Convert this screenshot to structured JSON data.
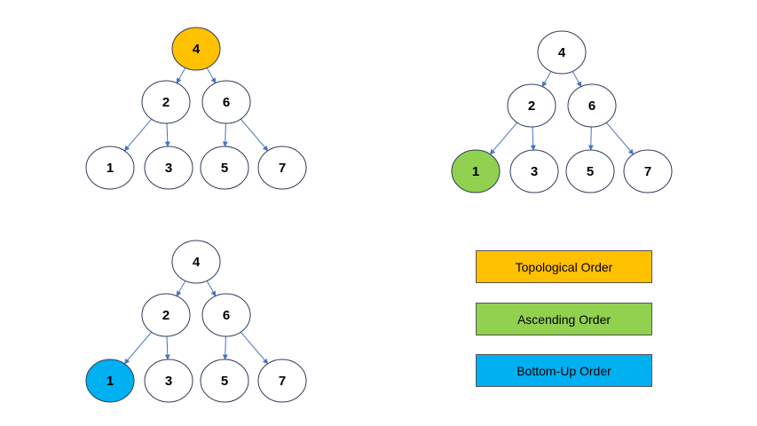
{
  "colors": {
    "topological": "#FFC000",
    "ascending": "#92D050",
    "bottom_up": "#00B0F0",
    "edge": "#4472C4",
    "node_stroke": "#2F3B5A",
    "node_fill": "#FFFFFF"
  },
  "trees": [
    {
      "id": "tree-topological",
      "highlight": "4",
      "highlight_color_key": "topological",
      "nodes": [
        "4",
        "2",
        "6",
        "1",
        "3",
        "5",
        "7"
      ]
    },
    {
      "id": "tree-ascending",
      "highlight": "1",
      "highlight_color_key": "ascending",
      "nodes": [
        "4",
        "2",
        "6",
        "1",
        "3",
        "5",
        "7"
      ]
    },
    {
      "id": "tree-bottom-up",
      "highlight": "1",
      "highlight_color_key": "bottom_up",
      "nodes": [
        "4",
        "2",
        "6",
        "1",
        "3",
        "5",
        "7"
      ]
    }
  ],
  "edges": [
    [
      "4",
      "2"
    ],
    [
      "4",
      "6"
    ],
    [
      "2",
      "1"
    ],
    [
      "2",
      "3"
    ],
    [
      "6",
      "5"
    ],
    [
      "6",
      "7"
    ]
  ],
  "legend": {
    "topological": "Topological Order",
    "ascending": "Ascending Order",
    "bottom_up": "Bottom-Up Order"
  }
}
